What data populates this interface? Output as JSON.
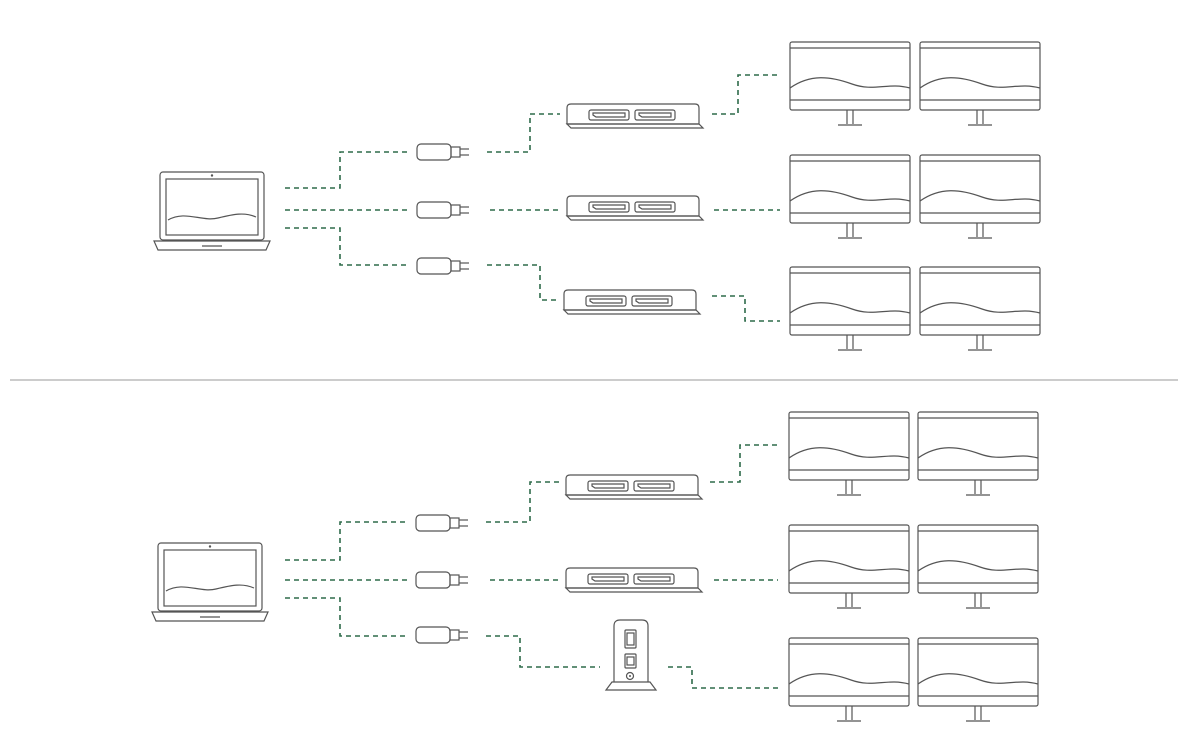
{
  "colors": {
    "background": "#ffffff",
    "line_art": "#555555",
    "connection": "#2e6b4a",
    "divider": "#9a9a9a"
  },
  "panels": [
    {
      "name": "top-configuration",
      "laptop": {
        "icon": "laptop-icon"
      },
      "cables": [
        {
          "icon": "usb-c-cable-icon"
        },
        {
          "icon": "usb-c-cable-icon"
        },
        {
          "icon": "usb-c-cable-icon"
        }
      ],
      "adapters": [
        {
          "icon": "dual-displayport-adapter-icon",
          "ports": 2
        },
        {
          "icon": "dual-displayport-adapter-icon",
          "ports": 2
        },
        {
          "icon": "dual-displayport-adapter-icon",
          "ports": 2
        }
      ],
      "monitor_rows": [
        {
          "monitors": 2,
          "icon": "monitor-icon"
        },
        {
          "monitors": 2,
          "icon": "monitor-icon"
        },
        {
          "monitors": 2,
          "icon": "monitor-icon"
        }
      ]
    },
    {
      "name": "bottom-configuration",
      "laptop": {
        "icon": "laptop-icon"
      },
      "cables": [
        {
          "icon": "usb-c-cable-icon"
        },
        {
          "icon": "usb-c-cable-icon"
        },
        {
          "icon": "usb-c-cable-icon"
        }
      ],
      "adapters": [
        {
          "icon": "dual-displayport-adapter-icon",
          "ports": 2
        },
        {
          "icon": "dual-displayport-adapter-icon",
          "ports": 2
        },
        {
          "icon": "vertical-docking-station-icon",
          "ports": 2
        }
      ],
      "monitor_rows": [
        {
          "monitors": 2,
          "icon": "monitor-icon"
        },
        {
          "monitors": 2,
          "icon": "monitor-icon"
        },
        {
          "monitors": 2,
          "icon": "monitor-icon"
        }
      ]
    }
  ]
}
